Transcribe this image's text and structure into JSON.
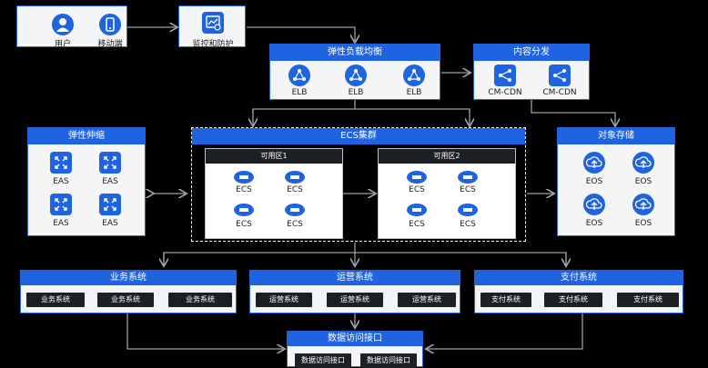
{
  "top": {
    "user_label": "用户",
    "mobile_label": "移动端",
    "monitor_label": "监控和防护"
  },
  "elb": {
    "title": "弹性负载均衡",
    "items": [
      "ELB",
      "ELB",
      "ELB"
    ]
  },
  "cdn": {
    "title": "内容分发",
    "items": [
      "CM-CDN",
      "CM-CDN"
    ]
  },
  "eas": {
    "title": "弹性伸缩",
    "items": [
      "EAS",
      "EAS",
      "EAS",
      "EAS"
    ]
  },
  "ecs": {
    "title": "ECS集群",
    "zones": [
      {
        "title": "可用区1",
        "items": [
          "ECS",
          "ECS",
          "ECS",
          "ECS"
        ]
      },
      {
        "title": "可用区2",
        "items": [
          "ECS",
          "ECS",
          "ECS",
          "ECS"
        ]
      }
    ]
  },
  "eos": {
    "title": "对象存储",
    "items": [
      "EOS",
      "EOS",
      "EOS",
      "EOS"
    ]
  },
  "systems": [
    {
      "title": "业务系统",
      "items": [
        "业务系统",
        "业务系统",
        "业务系统"
      ]
    },
    {
      "title": "运营系统",
      "items": [
        "运营系统",
        "运营系统",
        "运营系统"
      ]
    },
    {
      "title": "支付系统",
      "items": [
        "支付系统",
        "支付系统",
        "支付系统"
      ]
    }
  ],
  "dataapi": {
    "title": "数据访问接口",
    "items": [
      "数据访问接口",
      "数据访问接口"
    ]
  },
  "colors": {
    "primary": "#1f63e0",
    "background": "#000000",
    "dark_chip": "#1c1f24"
  }
}
